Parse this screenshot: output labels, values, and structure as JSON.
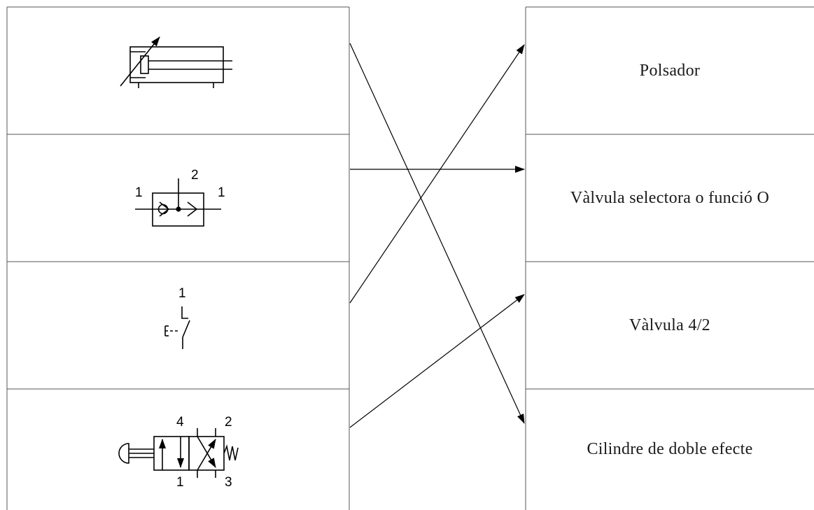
{
  "left_symbols": [
    {
      "name": "adjustable-double-acting-cylinder",
      "port_labels": []
    },
    {
      "name": "shuttle-valve",
      "port_labels": [
        "1",
        "2",
        "1"
      ]
    },
    {
      "name": "push-button-3-2-valve",
      "port_labels": [
        "1"
      ]
    },
    {
      "name": "4-2-valve-button-spring",
      "port_labels": [
        "4",
        "2",
        "1",
        "3"
      ]
    }
  ],
  "right_labels": [
    "Polsador",
    "Vàlvula selectora o funció O",
    "Vàlvula 4/2",
    "Cilindre de doble efecte"
  ],
  "connections": [
    {
      "from": 1,
      "to": 4
    },
    {
      "from": 2,
      "to": 2
    },
    {
      "from": 3,
      "to": 1
    },
    {
      "from": 4,
      "to": 3
    }
  ],
  "colors": {
    "line": "#000000",
    "text": "#1a1a1a",
    "background": "#ffffff"
  }
}
